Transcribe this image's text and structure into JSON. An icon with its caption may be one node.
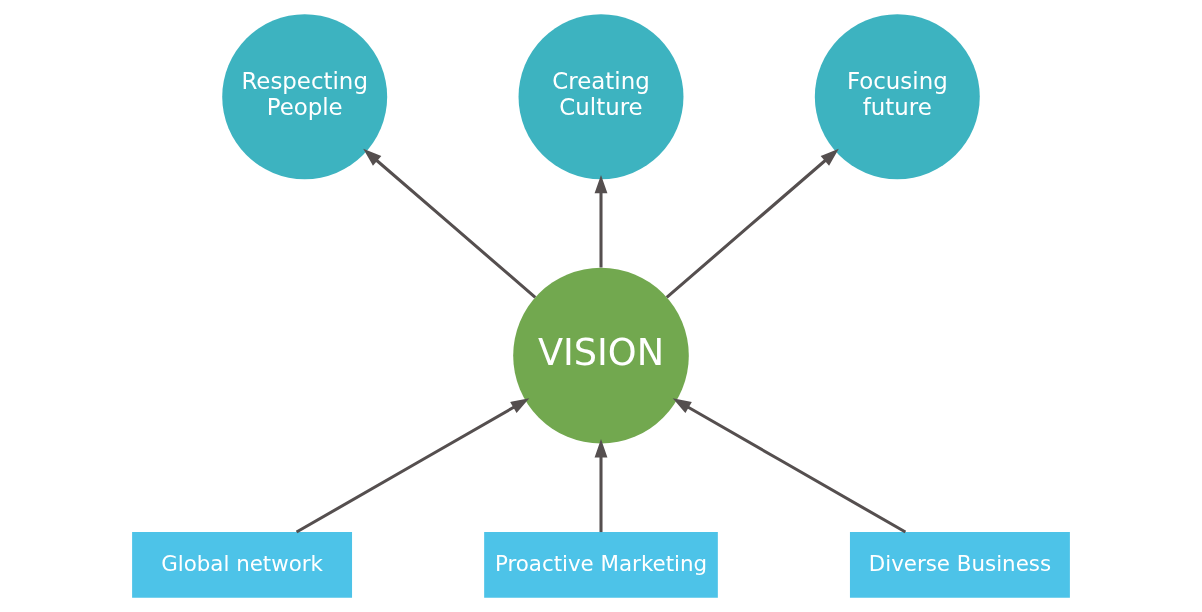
{
  "diagram": {
    "nodes": [
      {
        "text": [
          "Respecting People"
        ]
      },
      {
        "text": [
          "Creating Culture"
        ]
      },
      {
        "text": [
          "Focusing future"
        ]
      },
      {
        "text": [
          "VISION"
        ]
      },
      {
        "text": [
          "Global network"
        ]
      },
      {
        "text": [
          "Proactive Marketing"
        ]
      },
      {
        "text": [
          "Diverse Business"
        ]
      }
    ],
    "edges": [
      {
        "from": 3,
        "to": 0,
        "arrow": "to"
      },
      {
        "from": 3,
        "to": 1,
        "arrow": "to"
      },
      {
        "from": 3,
        "to": 2,
        "arrow": "to"
      },
      {
        "from": 4,
        "to": 3,
        "arrow": "to"
      },
      {
        "from": 5,
        "to": 3,
        "arrow": "to"
      },
      {
        "from": 6,
        "to": 3,
        "arrow": "to"
      }
    ]
  }
}
